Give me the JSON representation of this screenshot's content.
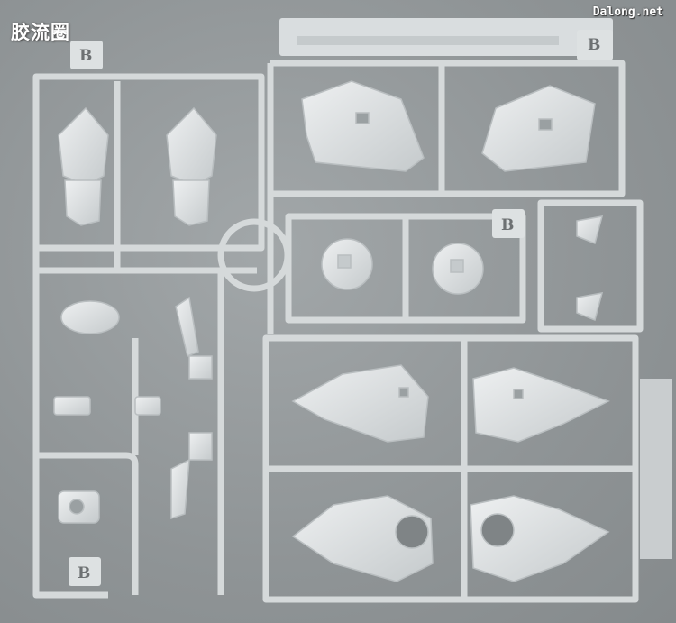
{
  "watermark": {
    "left_text": "胶流圈",
    "right_text": "Dalong.net"
  },
  "runner": {
    "letter": "B"
  },
  "colors": {
    "background": "#8f9496",
    "plastic": "#dde1e2",
    "plastic_shadow": "#b9bec0",
    "watermark": "#ffffff"
  }
}
